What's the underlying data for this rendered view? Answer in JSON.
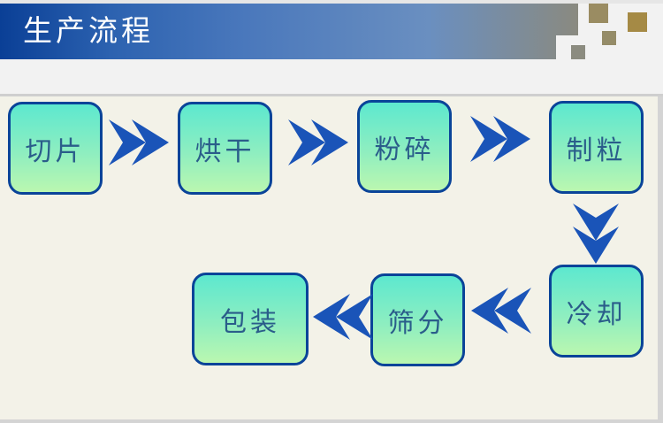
{
  "header": {
    "title": "生产流程",
    "gradient_start": "#0a3f96",
    "gradient_end": "#8a8a80",
    "accent_squares": [
      "#9a8c62",
      "#a58a45",
      "#958c68",
      "#8c8c80"
    ]
  },
  "flow": {
    "box_border_color": "#0a4499",
    "box_fill_top": "#5de8cf",
    "box_fill_bottom": "#baf7b0",
    "arrow_color": "#1a54b8",
    "steps": [
      {
        "label": "切片"
      },
      {
        "label": "烘干"
      },
      {
        "label": "粉碎"
      },
      {
        "label": "制粒"
      },
      {
        "label": "冷却"
      },
      {
        "label": "筛分"
      },
      {
        "label": "包装"
      }
    ]
  }
}
